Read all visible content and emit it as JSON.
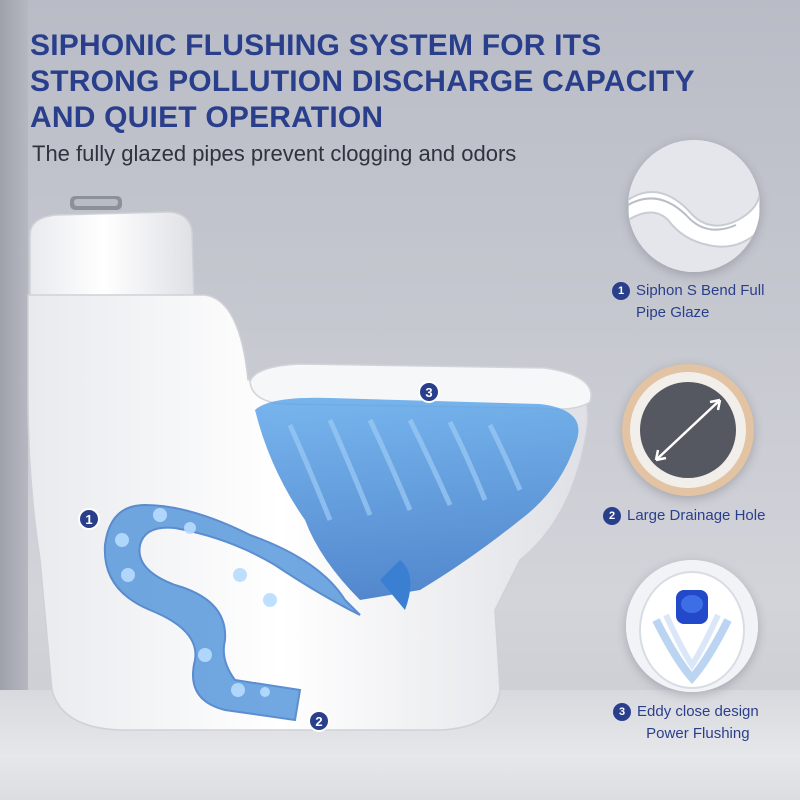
{
  "headline": {
    "line1": "SIPHONIC FLUSHING SYSTEM FOR ITS",
    "line2": "STRONG POLLUTION DISCHARGE CAPACITY",
    "line3": "AND QUIET OPERATION"
  },
  "subtitle": "The fully glazed pipes prevent clogging and odors",
  "colors": {
    "brand_blue": "#2a3f8c",
    "water_blue": "#4a90d9",
    "background": "#c4c6ce"
  },
  "diagram_markers": [
    {
      "number": "1"
    },
    {
      "number": "2"
    },
    {
      "number": "3"
    }
  ],
  "features": [
    {
      "number": "1",
      "line1": "Siphon S Bend Full",
      "line2": "Pipe Glaze",
      "icon": "pipe-glaze-icon"
    },
    {
      "number": "2",
      "line1": "Large Drainage Hole",
      "icon": "drainage-hole-icon"
    },
    {
      "number": "3",
      "line1": "Eddy close design",
      "line2": "Power Flushing",
      "icon": "eddy-flush-icon"
    }
  ]
}
